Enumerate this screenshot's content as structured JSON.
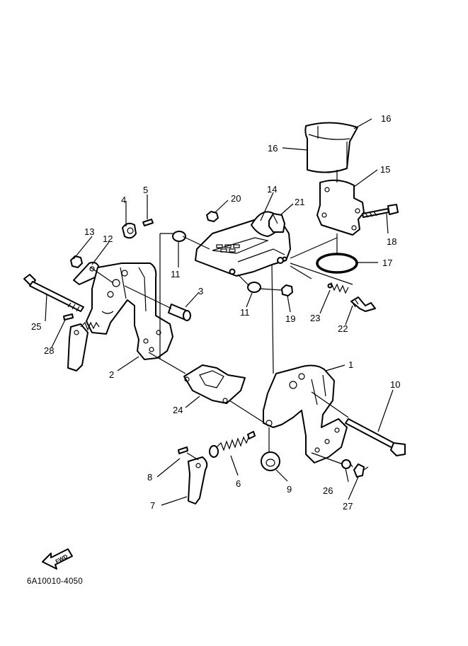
{
  "diagram": {
    "drawing_code": "6A10010-4050",
    "fwd_label": "FWD",
    "callouts": {
      "c1": "1",
      "c2": "2",
      "c3": "3",
      "c4": "4",
      "c5": "5",
      "c6": "6",
      "c7": "7",
      "c8": "8",
      "c9": "9",
      "c10": "10",
      "c11a": "11",
      "c11b": "11",
      "c12": "12",
      "c13": "13",
      "c14": "14",
      "c15": "15",
      "c16a": "16",
      "c16b": "16",
      "c17": "17",
      "c18": "18",
      "c19": "19",
      "c20": "20",
      "c21": "21",
      "c22": "22",
      "c23": "23",
      "c24": "24",
      "c25": "25",
      "c26": "26",
      "c27": "27",
      "c28": "28"
    }
  }
}
